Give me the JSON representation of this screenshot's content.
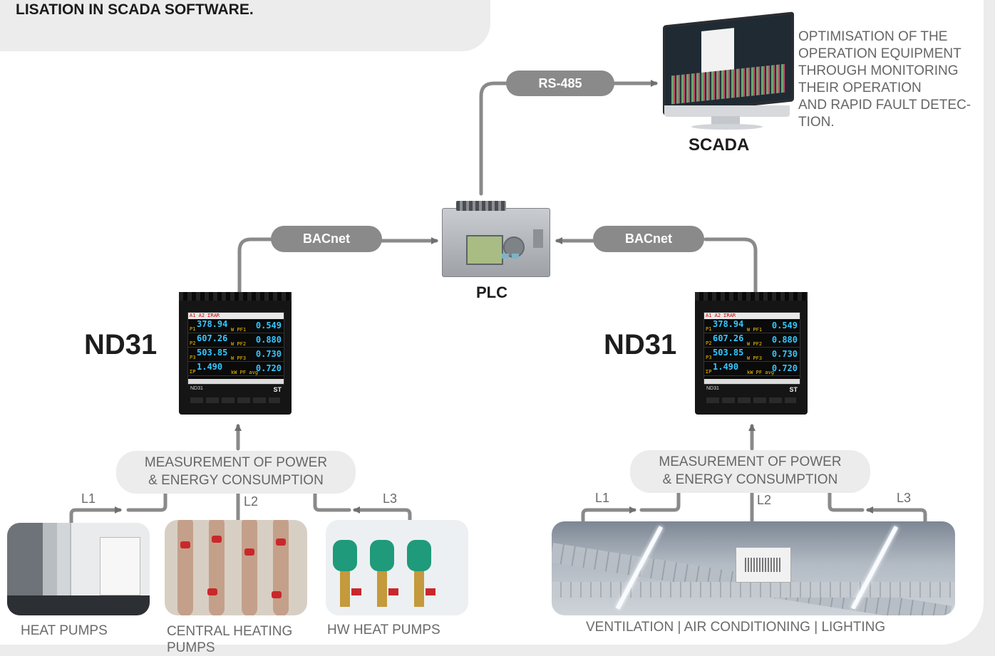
{
  "header": {
    "text": "LISATION IN SCADA SOFTWARE."
  },
  "scada": {
    "label": "SCADA",
    "description_lines": [
      "OPTIMISATION OF THE",
      "OPERATION EQUIPMENT",
      "THROUGH  MONITORING",
      "THEIR OPERATION",
      "AND RAPID FAULT DETEC-",
      "TION."
    ]
  },
  "protocols": {
    "rs485": "RS-485",
    "bacnet_left": "BACnet",
    "bacnet_right": "BACnet"
  },
  "plc": {
    "label": "PLC"
  },
  "meters": [
    {
      "title": "ND31",
      "model": "ND31",
      "logo": "ST",
      "screen_header": "A1 A2  ΣRAR",
      "rows": [
        {
          "label": "P1",
          "value": "378.94",
          "unit": "W",
          "pf_label": "PF1",
          "pf_value": "0.549"
        },
        {
          "label": "P2",
          "value": "607.26",
          "unit": "W",
          "pf_label": "PF2",
          "pf_value": "0.880"
        },
        {
          "label": "P3",
          "value": "503.85",
          "unit": "W",
          "pf_label": "PF3",
          "pf_value": "0.730"
        },
        {
          "label": "ΣP",
          "value": "1.490",
          "unit": "kW",
          "pf_label": "PF avg",
          "pf_value": "0.720"
        }
      ]
    },
    {
      "title": "ND31",
      "model": "ND31",
      "logo": "ST",
      "screen_header": "A1 A2  ΣRAR",
      "rows": [
        {
          "label": "P1",
          "value": "378.94",
          "unit": "W",
          "pf_label": "PF1",
          "pf_value": "0.549"
        },
        {
          "label": "P2",
          "value": "607.26",
          "unit": "W",
          "pf_label": "PF2",
          "pf_value": "0.880"
        },
        {
          "label": "P3",
          "value": "503.85",
          "unit": "W",
          "pf_label": "PF3",
          "pf_value": "0.730"
        },
        {
          "label": "ΣP",
          "value": "1.490",
          "unit": "kW",
          "pf_label": "PF avg",
          "pf_value": "0.720"
        }
      ]
    }
  ],
  "measurement": {
    "left": [
      "MEASUREMENT OF POWER",
      "& ENERGY CONSUMPTION"
    ],
    "right": [
      "MEASUREMENT OF POWER",
      "& ENERGY CONSUMPTION"
    ]
  },
  "lines": {
    "l1": "L1",
    "l2": "L2",
    "l3": "L3"
  },
  "captions": {
    "heat_pumps": "HEAT PUMPS",
    "central_heating": [
      "CENTRAL HEATING",
      "PUMPS"
    ],
    "hw_heat_pumps": "HW HEAT PUMPS",
    "ventilation": "VENTILATION | AIR CONDITIONING | LIGHTING"
  },
  "colors": {
    "connector": "#8a8a8a",
    "pill_bg": "#8a8a8a",
    "meter_value": "#33c8ff",
    "meter_label": "#f2c200"
  }
}
